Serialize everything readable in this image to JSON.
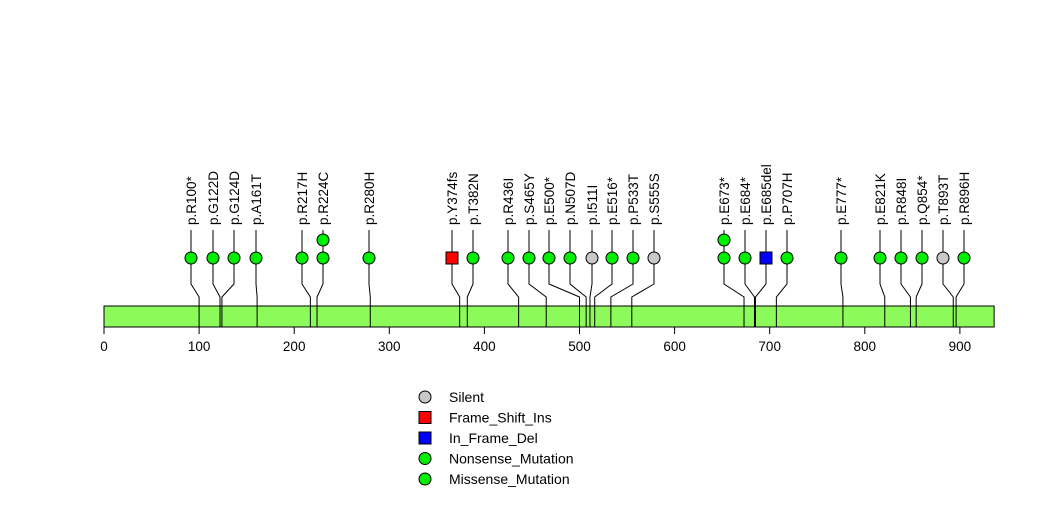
{
  "chart_data": {
    "type": "lollipop",
    "protein_length": 936,
    "x_ticks": [
      0,
      100,
      200,
      300,
      400,
      500,
      600,
      700,
      800,
      900
    ],
    "xlim": [
      0,
      936
    ],
    "colors": {
      "bar": "#8cfa5a",
      "Silent": "#c8c8c8",
      "Frame_Shift_Ins": "#ff0000",
      "In_Frame_Del": "#0000ff",
      "Nonsense_Mutation": "#00ee00",
      "Missense_Mutation": "#00ee00"
    },
    "mutations": [
      {
        "label": "p.R100*",
        "pos": 100,
        "type": "Nonsense_Mutation",
        "count": 1
      },
      {
        "label": "p.G122D",
        "pos": 122,
        "type": "Missense_Mutation",
        "count": 1
      },
      {
        "label": "p.G124D",
        "pos": 124,
        "type": "Missense_Mutation",
        "count": 1
      },
      {
        "label": "p.A161T",
        "pos": 161,
        "type": "Missense_Mutation",
        "count": 1
      },
      {
        "label": "p.R217H",
        "pos": 217,
        "type": "Missense_Mutation",
        "count": 1
      },
      {
        "label": "p.R224C",
        "pos": 224,
        "type": "Missense_Mutation",
        "count": 2
      },
      {
        "label": "p.R280H",
        "pos": 280,
        "type": "Missense_Mutation",
        "count": 1
      },
      {
        "label": "p.Y374fs",
        "pos": 374,
        "type": "Frame_Shift_Ins",
        "count": 1
      },
      {
        "label": "p.T382N",
        "pos": 382,
        "type": "Missense_Mutation",
        "count": 1
      },
      {
        "label": "p.R436I",
        "pos": 436,
        "type": "Missense_Mutation",
        "count": 1
      },
      {
        "label": "p.S465Y",
        "pos": 465,
        "type": "Missense_Mutation",
        "count": 1
      },
      {
        "label": "p.E500*",
        "pos": 500,
        "type": "Nonsense_Mutation",
        "count": 1
      },
      {
        "label": "p.N507D",
        "pos": 507,
        "type": "Missense_Mutation",
        "count": 1
      },
      {
        "label": "p.I511I",
        "pos": 511,
        "type": "Silent",
        "count": 1
      },
      {
        "label": "p.E516*",
        "pos": 516,
        "type": "Nonsense_Mutation",
        "count": 1
      },
      {
        "label": "p.P533T",
        "pos": 533,
        "type": "Missense_Mutation",
        "count": 1
      },
      {
        "label": "p.S555S",
        "pos": 555,
        "type": "Silent",
        "count": 1
      },
      {
        "label": "p.E673*",
        "pos": 673,
        "type": "Nonsense_Mutation",
        "count": 2
      },
      {
        "label": "p.E684*",
        "pos": 684,
        "type": "Nonsense_Mutation",
        "count": 1
      },
      {
        "label": "p.E685del",
        "pos": 685,
        "type": "In_Frame_Del",
        "count": 1
      },
      {
        "label": "p.P707H",
        "pos": 707,
        "type": "Missense_Mutation",
        "count": 1
      },
      {
        "label": "p.E777*",
        "pos": 777,
        "type": "Nonsense_Mutation",
        "count": 1
      },
      {
        "label": "p.E821K",
        "pos": 821,
        "type": "Missense_Mutation",
        "count": 1
      },
      {
        "label": "p.R848I",
        "pos": 848,
        "type": "Missense_Mutation",
        "count": 1
      },
      {
        "label": "p.Q854*",
        "pos": 854,
        "type": "Nonsense_Mutation",
        "count": 1
      },
      {
        "label": "p.T893T",
        "pos": 893,
        "type": "Silent",
        "count": 1
      },
      {
        "label": "p.R896H",
        "pos": 896,
        "type": "Missense_Mutation",
        "count": 1
      }
    ],
    "legend": [
      {
        "label": "Silent",
        "shape": "circle",
        "type": "Silent"
      },
      {
        "label": "Frame_Shift_Ins",
        "shape": "square",
        "type": "Frame_Shift_Ins"
      },
      {
        "label": "In_Frame_Del",
        "shape": "square",
        "type": "In_Frame_Del"
      },
      {
        "label": "Nonsense_Mutation",
        "shape": "circle",
        "type": "Nonsense_Mutation"
      },
      {
        "label": "Missense_Mutation",
        "shape": "circle",
        "type": "Missense_Mutation"
      }
    ],
    "legend_position": "bottom-center"
  }
}
